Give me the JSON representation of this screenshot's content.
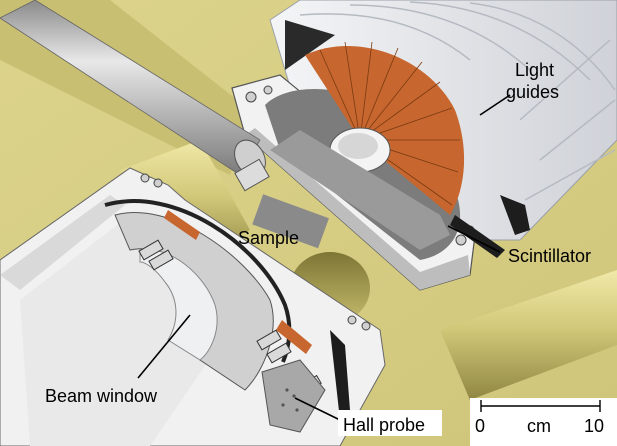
{
  "figure": {
    "colors": {
      "magnet_yoke": "#d8cf84",
      "magnet_shadow": "#a99f55",
      "scintillator": "#c7662e",
      "light_guide": "#e6e8ec",
      "housing": "#f0f0f0",
      "housing_dark": "#8c8c8c",
      "steel_rod": "#b9b9b9"
    }
  },
  "labels": {
    "light_guides_line1": "Light",
    "light_guides_line2": "guides",
    "scintillator": "Scintillator",
    "sample": "Sample",
    "beam_window": "Beam window",
    "hall_probe": "Hall probe"
  },
  "scale_bar": {
    "start": "0",
    "unit": "cm",
    "end": "10"
  }
}
